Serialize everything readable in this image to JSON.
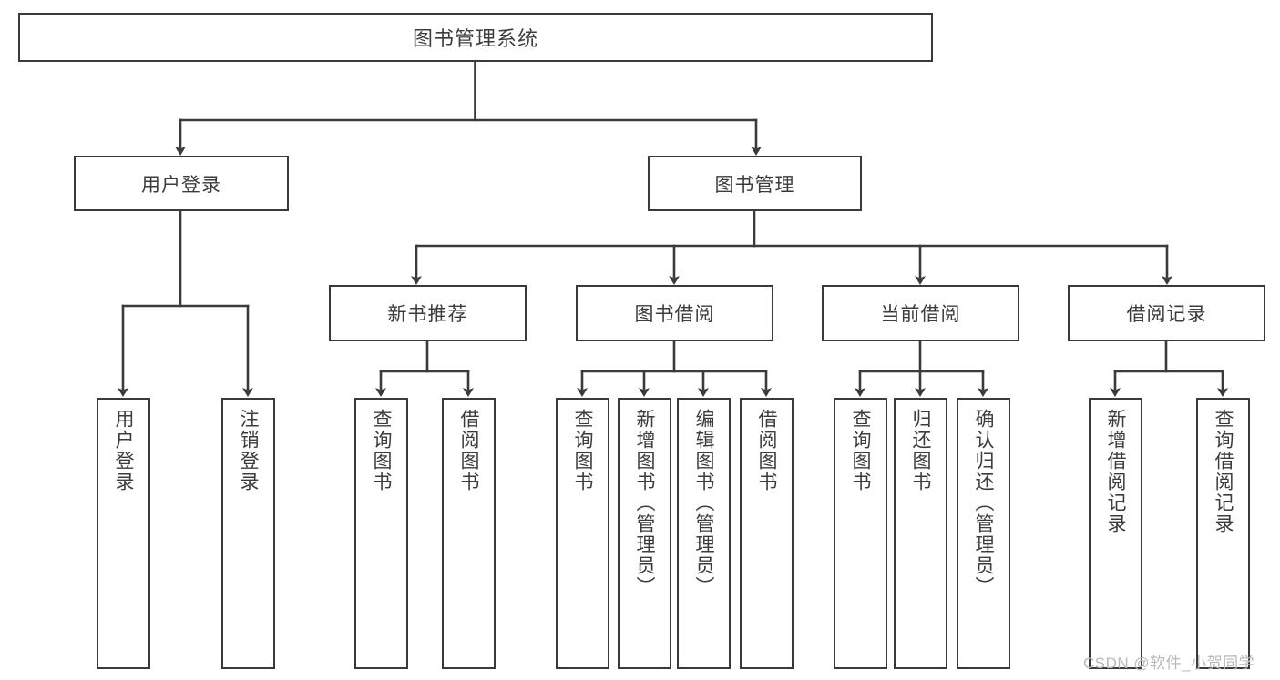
{
  "diagram": {
    "type": "tree-hierarchy-diagram",
    "title": "图书管理系统",
    "stroke_color": "#3a3a3a",
    "text_color": "#3c3c3c",
    "background": "#ffffff",
    "root": {
      "label": "图书管理系统"
    },
    "level1": [
      {
        "id": "user-login",
        "label": "用户登录"
      },
      {
        "id": "book-management",
        "label": "图书管理"
      }
    ],
    "level2": [
      {
        "id": "new-book-recommend",
        "label": "新书推荐",
        "parent": "book-management"
      },
      {
        "id": "book-borrow",
        "label": "图书借阅",
        "parent": "book-management"
      },
      {
        "id": "current-borrow",
        "label": "当前借阅",
        "parent": "book-management"
      },
      {
        "id": "borrow-record",
        "label": "借阅记录",
        "parent": "book-management"
      }
    ],
    "leaves": {
      "user-login": [
        {
          "id": "leaf-user-login",
          "label": "用户登录"
        },
        {
          "id": "leaf-user-logout",
          "label": "注销登录"
        }
      ],
      "new-book-recommend": [
        {
          "id": "leaf-query-book-1",
          "label": "查询图书"
        },
        {
          "id": "leaf-borrow-book-1",
          "label": "借阅图书"
        }
      ],
      "book-borrow": [
        {
          "id": "leaf-query-book-2",
          "label": "查询图书"
        },
        {
          "id": "leaf-add-book",
          "label": "新增图书（管理员）"
        },
        {
          "id": "leaf-edit-book",
          "label": "编辑图书（管理员）"
        },
        {
          "id": "leaf-borrow-book-2",
          "label": "借阅图书"
        }
      ],
      "current-borrow": [
        {
          "id": "leaf-query-book-3",
          "label": "查询图书"
        },
        {
          "id": "leaf-return-book",
          "label": "归还图书"
        },
        {
          "id": "leaf-confirm-return",
          "label": "确认归还（管理员）"
        }
      ],
      "borrow-record": [
        {
          "id": "leaf-add-record",
          "label": "新增借阅记录"
        },
        {
          "id": "leaf-query-record",
          "label": "查询借阅记录"
        }
      ]
    }
  },
  "watermark": {
    "text": "CSDN @软件_小贺同学"
  }
}
